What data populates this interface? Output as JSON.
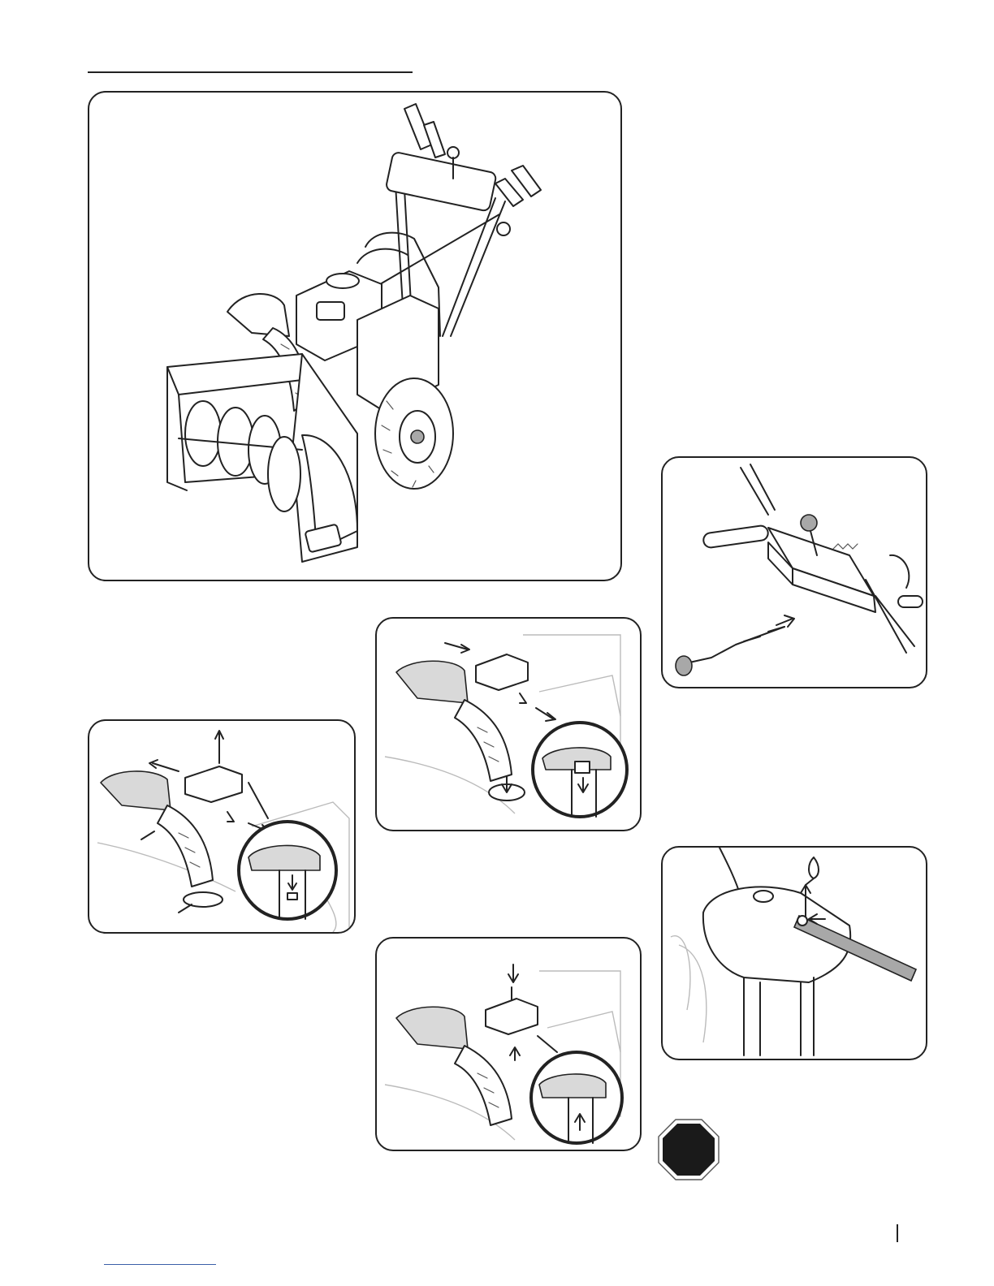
{
  "document": {
    "sections": []
  },
  "figures": [
    {
      "id": "main",
      "icon": "snow-thrower-illustration"
    },
    {
      "id": "chute-remove",
      "icon": "chute-removal-illustration"
    },
    {
      "id": "chute-install",
      "icon": "chute-installation-illustration"
    },
    {
      "id": "chute-fasten",
      "icon": "chute-fastening-illustration"
    },
    {
      "id": "crank-insert",
      "icon": "chute-crank-insert-illustration"
    },
    {
      "id": "crank-pin",
      "icon": "chute-crank-pin-illustration"
    }
  ],
  "stop_sign": {
    "icon": "stop-octagon-icon",
    "color": "#1a1a1a"
  },
  "colors": {
    "line": "#222222",
    "background": "#ffffff",
    "footer_link": "#3a5fa8"
  }
}
